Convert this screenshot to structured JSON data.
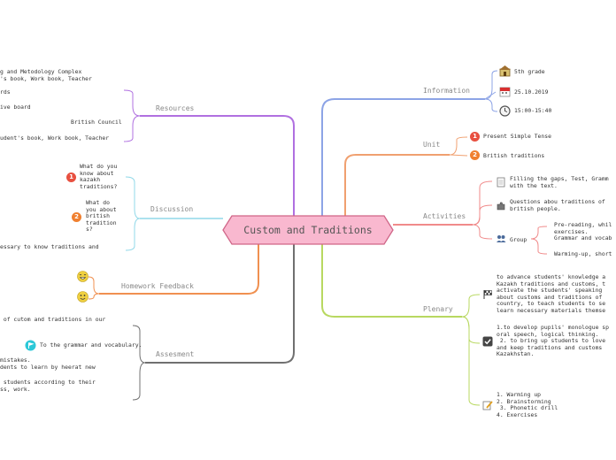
{
  "central": "Custom and Traditions",
  "branches": {
    "information": "Information",
    "unit": "Unit",
    "activities": "Activities",
    "plenary": "Plenary",
    "resources": "Resources",
    "discussion": "Discussion",
    "homework": "Homework Feedback",
    "assesment": "Assesment"
  },
  "information": [
    "5th grade",
    "25.10.2019",
    "15:00-15:40"
  ],
  "unit": [
    {
      "n": "1",
      "text": "Present Simple Tense"
    },
    {
      "n": "2",
      "text": "British traditions"
    }
  ],
  "activities": {
    "a1": "Filling the gaps, Test, Gramm\nwith the text.",
    "a2": "Questions abou traditions of\nbritish people.",
    "group": "Group",
    "g1": "Pre-reading, whil\nexercises.\nGrammar and vocab",
    "g2": "Warming-up, short"
  },
  "plenary": {
    "p1": "to advance students' knowledge a\nKazakh traditions and customs, t\nactivate the students' speaking\nabout customs and traditions of\ncountry, to teach students to se\nlearn necessary materials themse",
    "p2": "1.to develop pupils' monologue sp\noral speech, logical thinking.\n 2. to bring up students to love\nand keep traditions and customs\nKazakhstan.",
    "p3": "1. Warming up\n2. Brainstorming\n 3. Phonetic drill\n4. Exercises"
  },
  "resources": {
    "r1": "g and Metodology Complex\n's book, Work book, Teacher",
    "r2": "rds",
    "r3": "ive board",
    "r4": "British Council",
    "r5": "udent's book, Work book, Teacher"
  },
  "discussion": {
    "d1": {
      "n": "1",
      "text": "What do you\nknow about\nkazakh\ntraditions?"
    },
    "d2": {
      "n": "2",
      "text": "What do\nyou about\nbritish\ntradition\ns?"
    },
    "d3": "essary to know traditions and"
  },
  "assesment": {
    "s1": " of cutom and traditions in our",
    "s2": "To the grammar and vocabulary.",
    "s3": "mistakes.\ndents to learn by heerat new",
    "s4": " students according to their\nss, work."
  },
  "colors": {
    "information": "#8da4e6",
    "unit": "#f0a070",
    "activities": "#f08a8a",
    "plenary": "#b8d860",
    "resources": "#b070e0",
    "discussion": "#90d8e8",
    "homework": "#f09050",
    "assesment": "#707070",
    "central_fill": "#f9b8cf",
    "central_stroke": "#d06688"
  }
}
